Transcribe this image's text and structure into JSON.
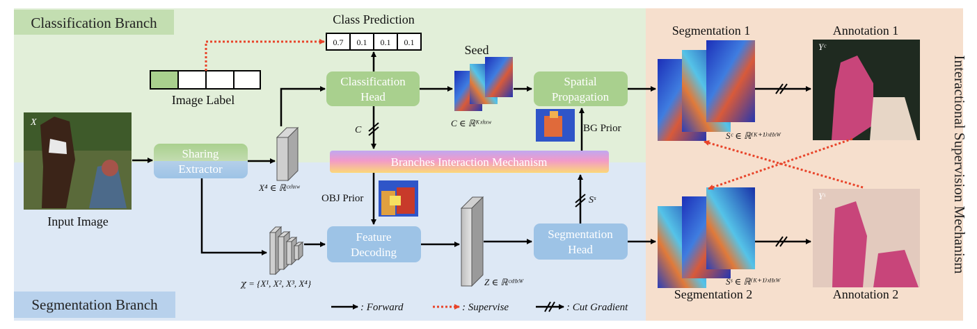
{
  "branches": {
    "classification": "Classification Branch",
    "segmentation": "Segmentation Branch",
    "interaction": "Branches Interaction Mechanism",
    "supervision": "Interactional Supervision Mechanism"
  },
  "input": {
    "label": "Input Image",
    "symbol": "X"
  },
  "image_label": {
    "caption": "Image Label"
  },
  "class_prediction": {
    "title": "Class Prediction",
    "values": [
      "0.7",
      "0.1",
      "0.1",
      "0.1"
    ]
  },
  "blocks": {
    "sharing_line1": "Sharing",
    "sharing_line2": "Extractor",
    "cls_head_line1": "Classification",
    "cls_head_line2": "Head",
    "spatial_line1": "Spatial",
    "spatial_line2": "Propagation",
    "feat_line1": "Feature",
    "feat_line2": "Decoding",
    "seg_head_line1": "Segmentation",
    "seg_head_line2": "Head"
  },
  "math": {
    "x4": "X⁴ ∈ ℝᶜˣʰˣʷ",
    "chi": "𝜒 = {X¹, X², X³, X⁴}",
    "c_seed": "C ∈ ℝᴷˣʰˣʷ",
    "z": "Z ∈ ℝᶜˣᴴˣᵂ",
    "sc": "Sᶜ ∈ ℝ⁽ᴷ⁺¹⁾ˣᴴˣᵂ",
    "ss": "Sˢ ∈ ℝ⁽ᴷ⁺¹⁾ˣᴴˣᵂ",
    "c_cut": "C",
    "s_cut": "Sˢ",
    "yc": "Yᶜ",
    "ys": "Yˢ"
  },
  "labels": {
    "seed": "Seed",
    "bg_prior": "BG Prior",
    "obj_prior": "OBJ Prior",
    "seg1": "Segmentation 1",
    "seg2": "Segmentation 2",
    "ann1": "Annotation 1",
    "ann2": "Annotation 2"
  },
  "legend": {
    "forward": ": Forward",
    "supervise": ": Supervise",
    "cut": ": Cut Gradient"
  },
  "colors": {
    "cls_bg": "#e2efd9",
    "seg_bg": "#dde8f5",
    "sup_bg": "#f6dfcd",
    "green_block": "#a9d08e",
    "blue_block": "#9dc3e6",
    "supervise_red": "#e8442a"
  }
}
